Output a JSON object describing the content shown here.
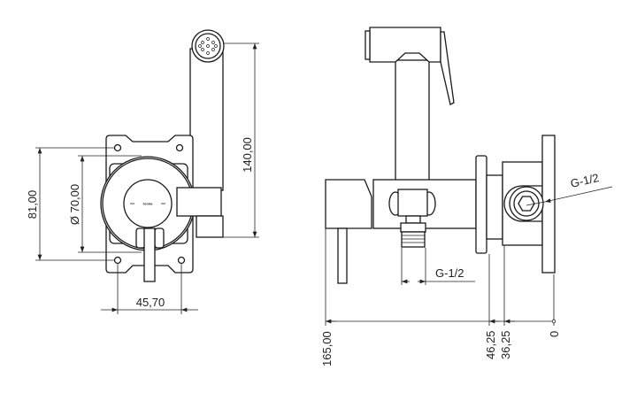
{
  "front_view": {
    "dim_height_plate": "81,00",
    "dim_diameter": "Ø 70,00",
    "dim_total_height": "140,00",
    "dim_hole_spacing": "45,70",
    "brand_mark": "tooka"
  },
  "side_view": {
    "thread_outlet": "G-1/2",
    "thread_inlet": "G-1/2",
    "dim_165": "165,00",
    "dim_46": "46,25",
    "dim_36": "36,25",
    "dim_0": "0"
  }
}
